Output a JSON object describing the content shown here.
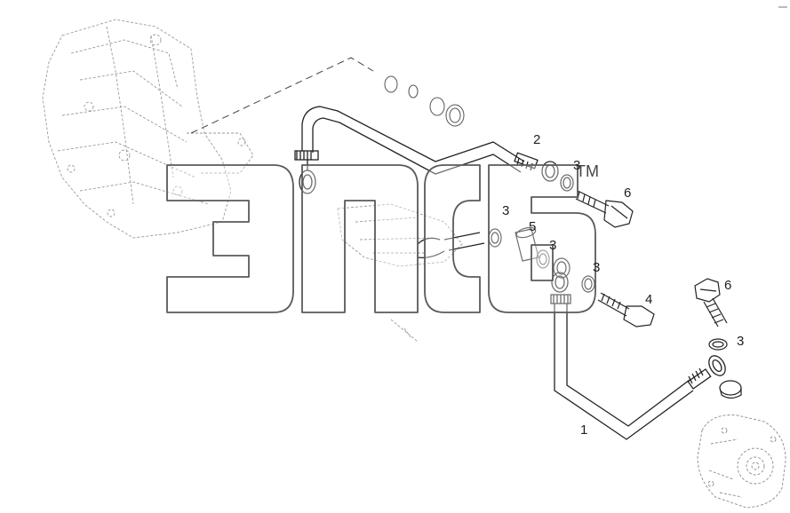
{
  "watermark": {
    "text": "эпсб",
    "trademark": "TM"
  },
  "callouts": {
    "c1": "1",
    "c2": "2",
    "c3a": "3",
    "c3b": "3",
    "c3c": "3",
    "c3d": "3",
    "c3e": "3",
    "c4": "4",
    "c5": "5",
    "c6a": "6",
    "c6b": "6"
  },
  "colors": {
    "line": "#1e1e1e",
    "watermark_stroke": "#555555",
    "watermark_fill": "#ffffff"
  }
}
